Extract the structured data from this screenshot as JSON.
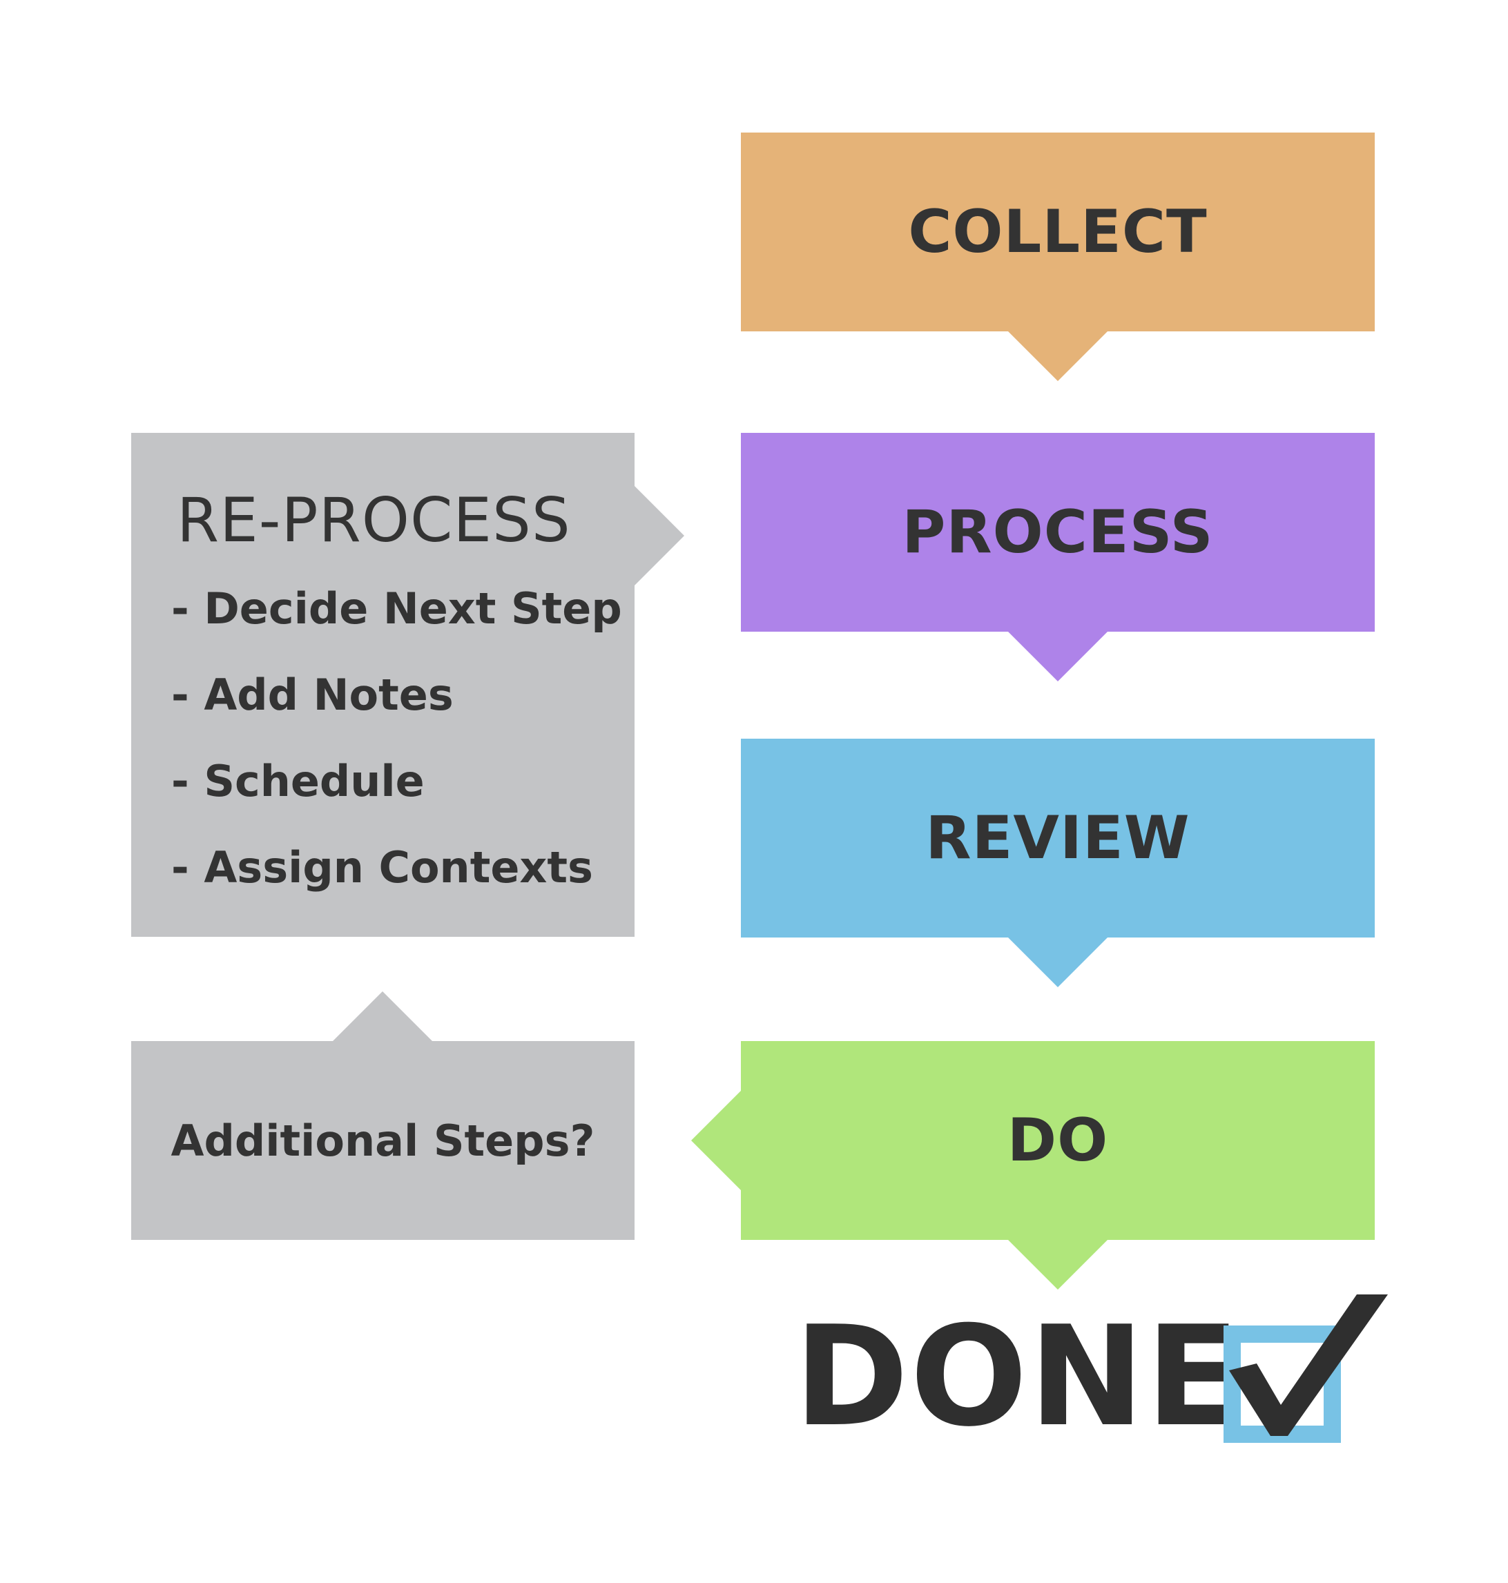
{
  "stages": {
    "collect": {
      "label": "COLLECT",
      "color": "#E5B378"
    },
    "process": {
      "label": "PROCESS",
      "color": "#AE83E9"
    },
    "review": {
      "label": "REVIEW",
      "color": "#78C2E5"
    },
    "do": {
      "label": "DO",
      "color": "#B0E67B"
    }
  },
  "reprocess": {
    "title": "RE-PROCESS",
    "items": [
      "- Decide Next Step",
      "- Add Notes",
      "- Schedule",
      "- Assign Contexts"
    ],
    "color": "#C3C4C6"
  },
  "additional": {
    "label": "Additional Steps?",
    "color": "#C3C4C6"
  },
  "done": {
    "label": "DONE",
    "checkbox_color": "#78C2E5",
    "check_color": "#2f2f2f"
  }
}
